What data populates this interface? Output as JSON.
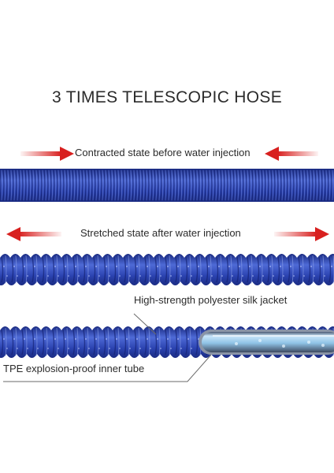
{
  "title": "3 TIMES TELESCOPIC HOSE",
  "captions": {
    "contracted": "Contracted state before water injection",
    "stretched": "Stretched state after water injection",
    "jacket": "High-strength polyester silk jacket",
    "inner_tube": "TPE explosion-proof inner tube"
  },
  "colors": {
    "hose_blue": "#2b43b0",
    "hose_dark": "#1a2b82",
    "hose_light": "#4e6ad6",
    "arrow_red": "#d8201f",
    "inner_tube": "#8fc3e6"
  }
}
